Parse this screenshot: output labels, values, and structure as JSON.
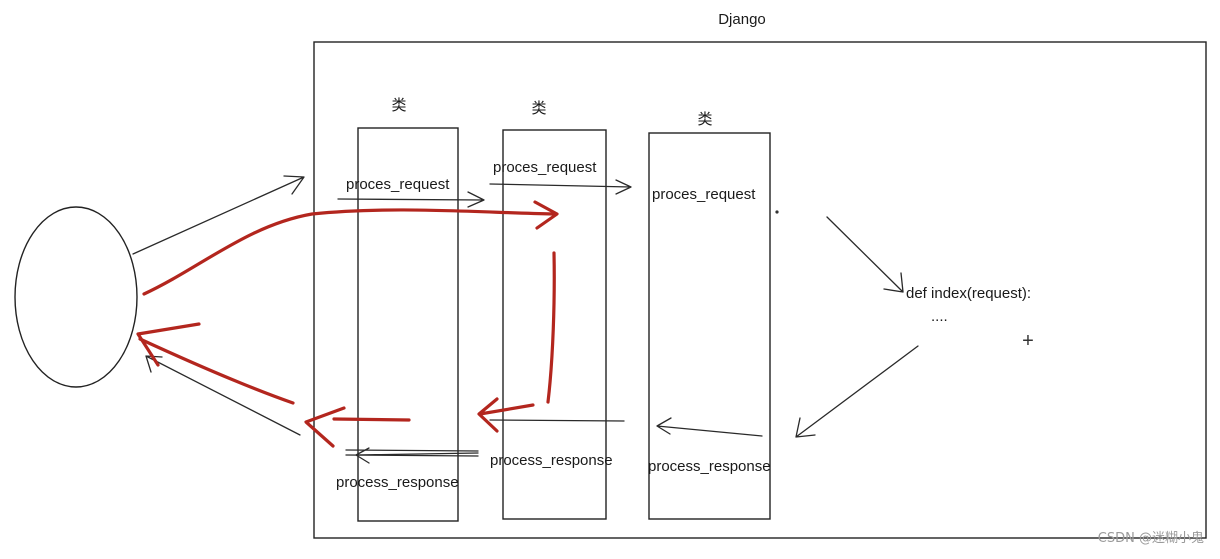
{
  "diagram": {
    "container_title": "Django",
    "middleware_columns": [
      {
        "class_label": "类",
        "request_label": "proces_request",
        "response_label": "process_response"
      },
      {
        "class_label": "类",
        "request_label": "proces_request",
        "response_label": "process_response"
      },
      {
        "class_label": "类",
        "request_label": "proces_request",
        "response_label": "process_response"
      }
    ],
    "view": {
      "signature": "def index(request):",
      "body": "...."
    },
    "plus_mark": "+",
    "watermark": "CSDN @迷糊小鬼",
    "colors": {
      "outline": "#222222",
      "red_flow": "#b3261e",
      "watermark": "#9a9a9a"
    }
  }
}
